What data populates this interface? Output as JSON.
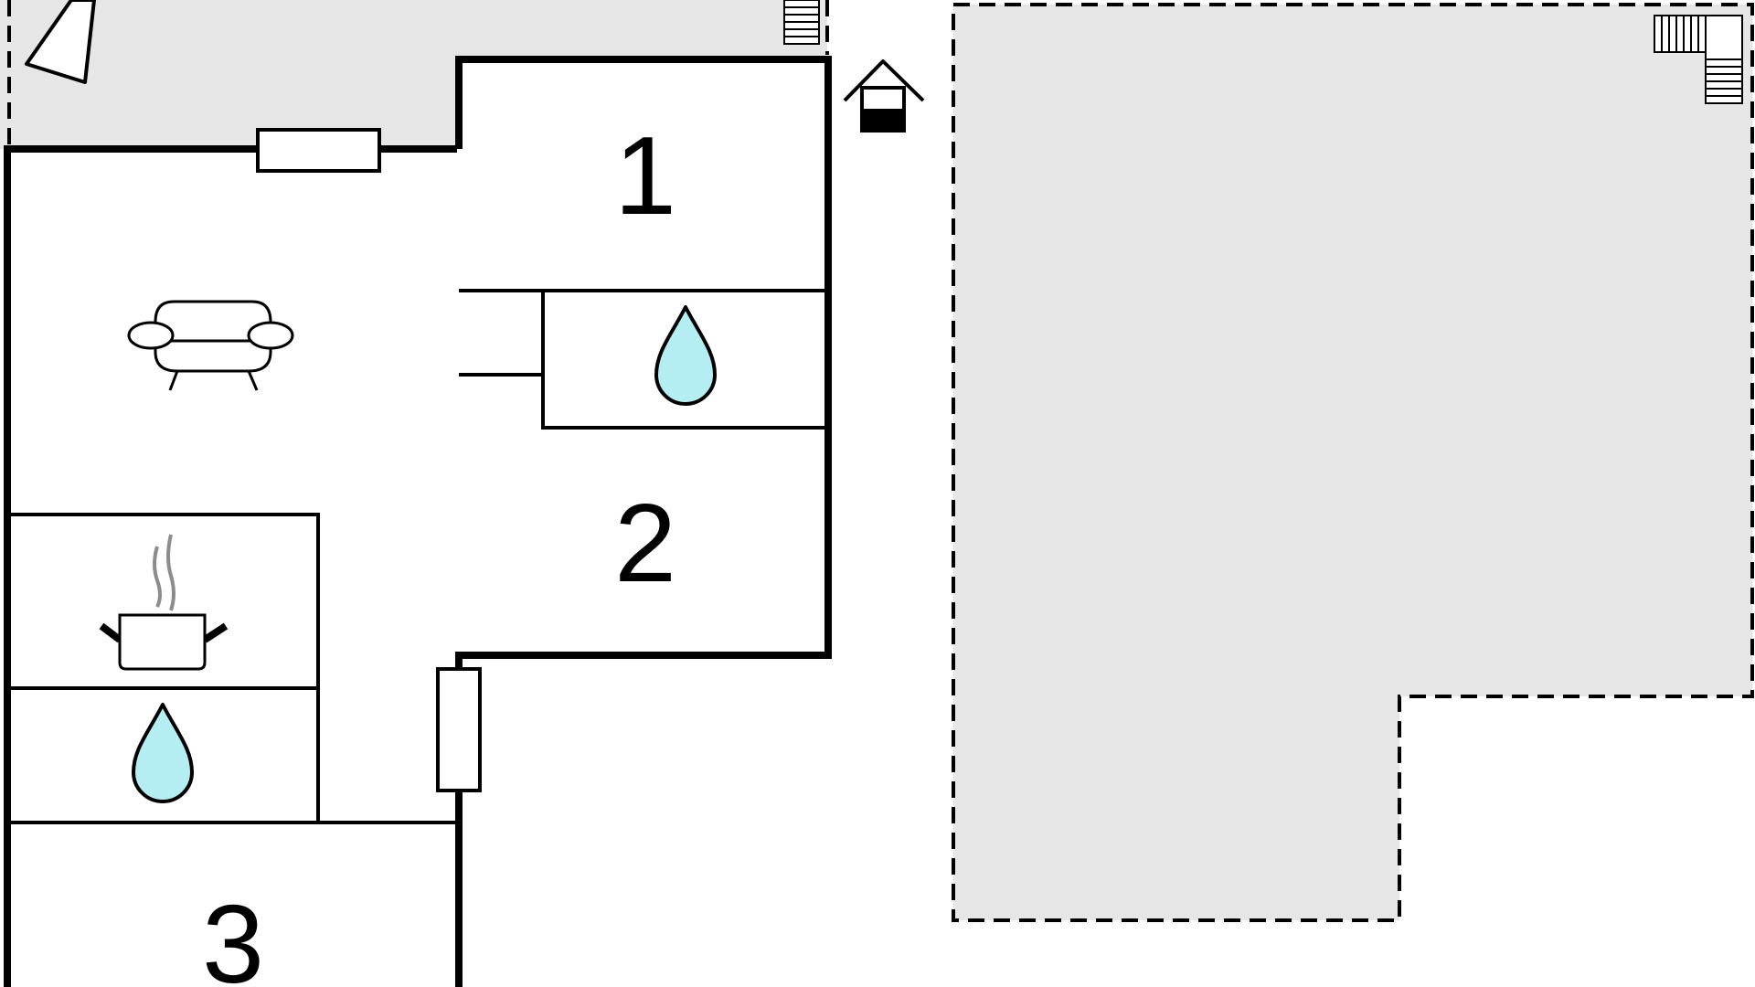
{
  "floorplan": {
    "rooms": [
      {
        "id": "bedroom-1",
        "label": "1"
      },
      {
        "id": "bedroom-2",
        "label": "2"
      },
      {
        "id": "bedroom-3",
        "label": "3"
      }
    ],
    "icons": [
      {
        "name": "sofa-icon",
        "meaning": "living-room"
      },
      {
        "name": "cooking-pot-icon",
        "meaning": "kitchen"
      },
      {
        "name": "water-drop-icon",
        "meaning": "bathroom"
      },
      {
        "name": "house-entrance-icon",
        "meaning": "entrance"
      },
      {
        "name": "staircase-icon",
        "meaning": "stairs"
      }
    ],
    "colors": {
      "terrace_fill": "#e6e6e6",
      "wall": "#000000",
      "water_drop": "#b5eef2"
    }
  }
}
